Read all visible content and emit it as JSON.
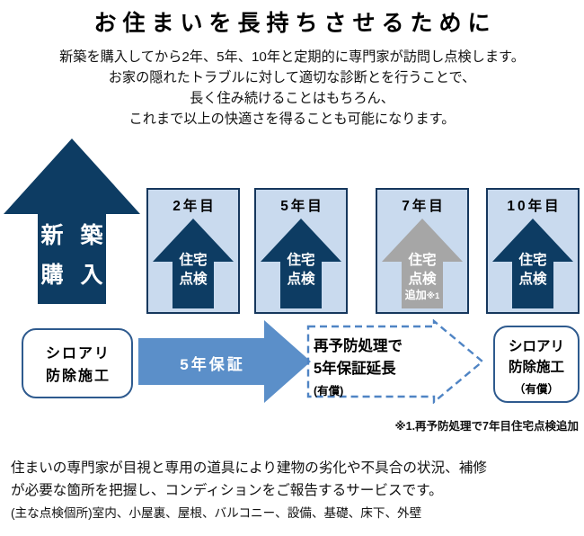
{
  "header": {
    "title": "お住まいを長持ちさせるために",
    "intro_lines": [
      "新築を購入してから2年、5年、10年と定期的に専門家が訪問し点検します。",
      "お家の隠れたトラブルに対して適切な診断とを行うことで、",
      "長く住み続けることはもちろん、",
      "これまで以上の快適さを得ることも可能になります。"
    ]
  },
  "diagram": {
    "purchase": {
      "line1": "新 築",
      "line2": "購 入"
    },
    "year_cards": [
      {
        "key": "y2",
        "title": "2年目",
        "house_line1": "住宅",
        "house_line2": "点検",
        "note": "",
        "note_small": "",
        "house_color": "#0d3c63",
        "has_note": false
      },
      {
        "key": "y5",
        "title": "5年目",
        "house_line1": "住宅",
        "house_line2": "点検",
        "note": "",
        "note_small": "",
        "house_color": "#0d3c63",
        "has_note": false
      },
      {
        "key": "y7",
        "title": "7年目",
        "house_line1": "住宅",
        "house_line2": "点検",
        "note": "追加",
        "note_small": "※1",
        "house_color": "#a6a6a6",
        "has_note": true
      },
      {
        "key": "y10",
        "title": "10年目",
        "house_line1": "住宅",
        "house_line2": "点検",
        "note": "",
        "note_small": "",
        "house_color": "#0d3c63",
        "has_note": false
      }
    ],
    "termite_start": {
      "line1": "シロアリ",
      "line2": "防除施工"
    },
    "warranty_arrow": {
      "label": "5年保証"
    },
    "extension_arrow": {
      "line1": "再予防処理で",
      "line2": "5年保証延長",
      "paid": "(有償)"
    },
    "termite_end": {
      "line1": "シロアリ",
      "line2": "防除施工",
      "sub": "（有償）"
    },
    "footnote": "※1.再予防処理で7年目住宅点検追加"
  },
  "description": {
    "line1": "住まいの専門家が目視と専用の道具により建物の劣化や不具合の状況、補修",
    "line2": "が必要な箇所を把握し、コンディションをご報告するサービスです。",
    "sub": "(主な点検個所)室内、小屋裏、屋根、バルコニー、設備、基礎、床下、外壁"
  },
  "colors": {
    "navy": "#0d3c63",
    "navy_dark": "#16375d",
    "card_fill": "#c9daee",
    "arrow_blue": "#5b8fc9",
    "dashed_blue": "#4f84c4",
    "gray_house": "#a6a6a6",
    "pill_border": "#2e5a8e"
  }
}
